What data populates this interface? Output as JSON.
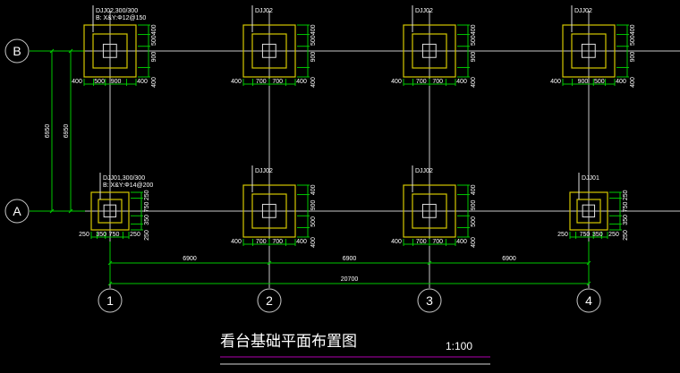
{
  "colors": {
    "background": "#000000",
    "grid": "#c8c8c8",
    "dimension": "#00c800",
    "footing": "#d4c800",
    "column": "#e0e0e0",
    "text": "#ffffff",
    "title_underline": "#b000b0"
  },
  "title": {
    "text": "看台基础平面布置图",
    "scale": "1:100"
  },
  "row_axes": [
    {
      "label": "B"
    },
    {
      "label": "A"
    }
  ],
  "column_axes": [
    {
      "label": "1"
    },
    {
      "label": "2"
    },
    {
      "label": "3"
    },
    {
      "label": "4"
    }
  ],
  "vertical_dims": [
    {
      "text": "6950"
    },
    {
      "text": "6950"
    }
  ],
  "horizontal_dims": {
    "spans": [
      "6900",
      "6900",
      "6900"
    ],
    "total": "20700"
  },
  "footings": [
    {
      "id": "B1",
      "tag": "DJJ02,300/300",
      "tag2": "B: X&Y:Φ12@150",
      "bottom": [
        "400",
        "500",
        "900",
        "400"
      ],
      "right": [
        "400",
        "500",
        "900",
        "400"
      ]
    },
    {
      "id": "B2",
      "tag": "DJJ02",
      "tag2": "",
      "bottom": [
        "400",
        "700",
        "700",
        "400"
      ],
      "right": [
        "400",
        "500",
        "900",
        "400"
      ]
    },
    {
      "id": "B3",
      "tag": "DJJ02",
      "tag2": "",
      "bottom": [
        "400",
        "700",
        "700",
        "400"
      ],
      "right": [
        "400",
        "500",
        "900",
        "400"
      ]
    },
    {
      "id": "B4",
      "tag": "DJJ02",
      "tag2": "",
      "bottom": [
        "400",
        "900",
        "500",
        "400"
      ],
      "right": [
        "400",
        "500",
        "900",
        "400"
      ]
    },
    {
      "id": "A1",
      "tag": "DJJ01,300/300",
      "tag2": "B: X&Y:Φ14@200",
      "bottom": [
        "250",
        "350",
        "750",
        "250"
      ],
      "right": [
        "250",
        "750",
        "350",
        "250"
      ]
    },
    {
      "id": "A2",
      "tag": "DJJ02",
      "tag2": "",
      "bottom": [
        "400",
        "700",
        "700",
        "400"
      ],
      "right": [
        "400",
        "900",
        "500",
        "400"
      ]
    },
    {
      "id": "A3",
      "tag": "DJJ02",
      "tag2": "",
      "bottom": [
        "400",
        "700",
        "700",
        "400"
      ],
      "right": [
        "400",
        "900",
        "500",
        "400"
      ]
    },
    {
      "id": "A4",
      "tag": "DJJ01",
      "tag2": "",
      "bottom": [
        "250",
        "750",
        "350",
        "250"
      ],
      "right": [
        "250",
        "750",
        "350",
        "250"
      ]
    }
  ]
}
